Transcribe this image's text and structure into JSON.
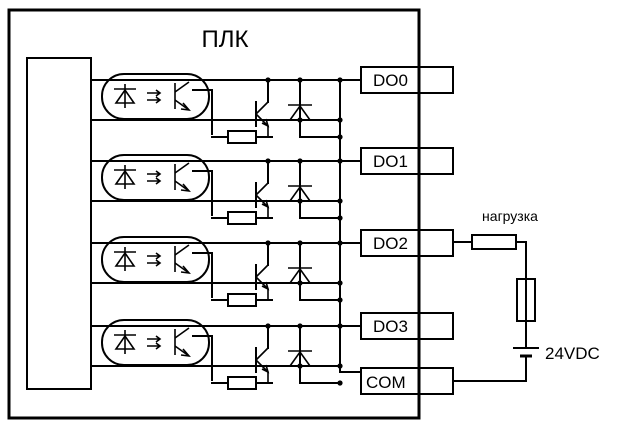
{
  "plc": {
    "title": "ПЛК"
  },
  "channels": [
    {
      "terminal": "DO0"
    },
    {
      "terminal": "DO1"
    },
    {
      "terminal": "DO2"
    },
    {
      "terminal": "DO3"
    }
  ],
  "common_terminal": "COM",
  "external": {
    "load_label": "нагрузка",
    "supply_label": "24VDC"
  }
}
